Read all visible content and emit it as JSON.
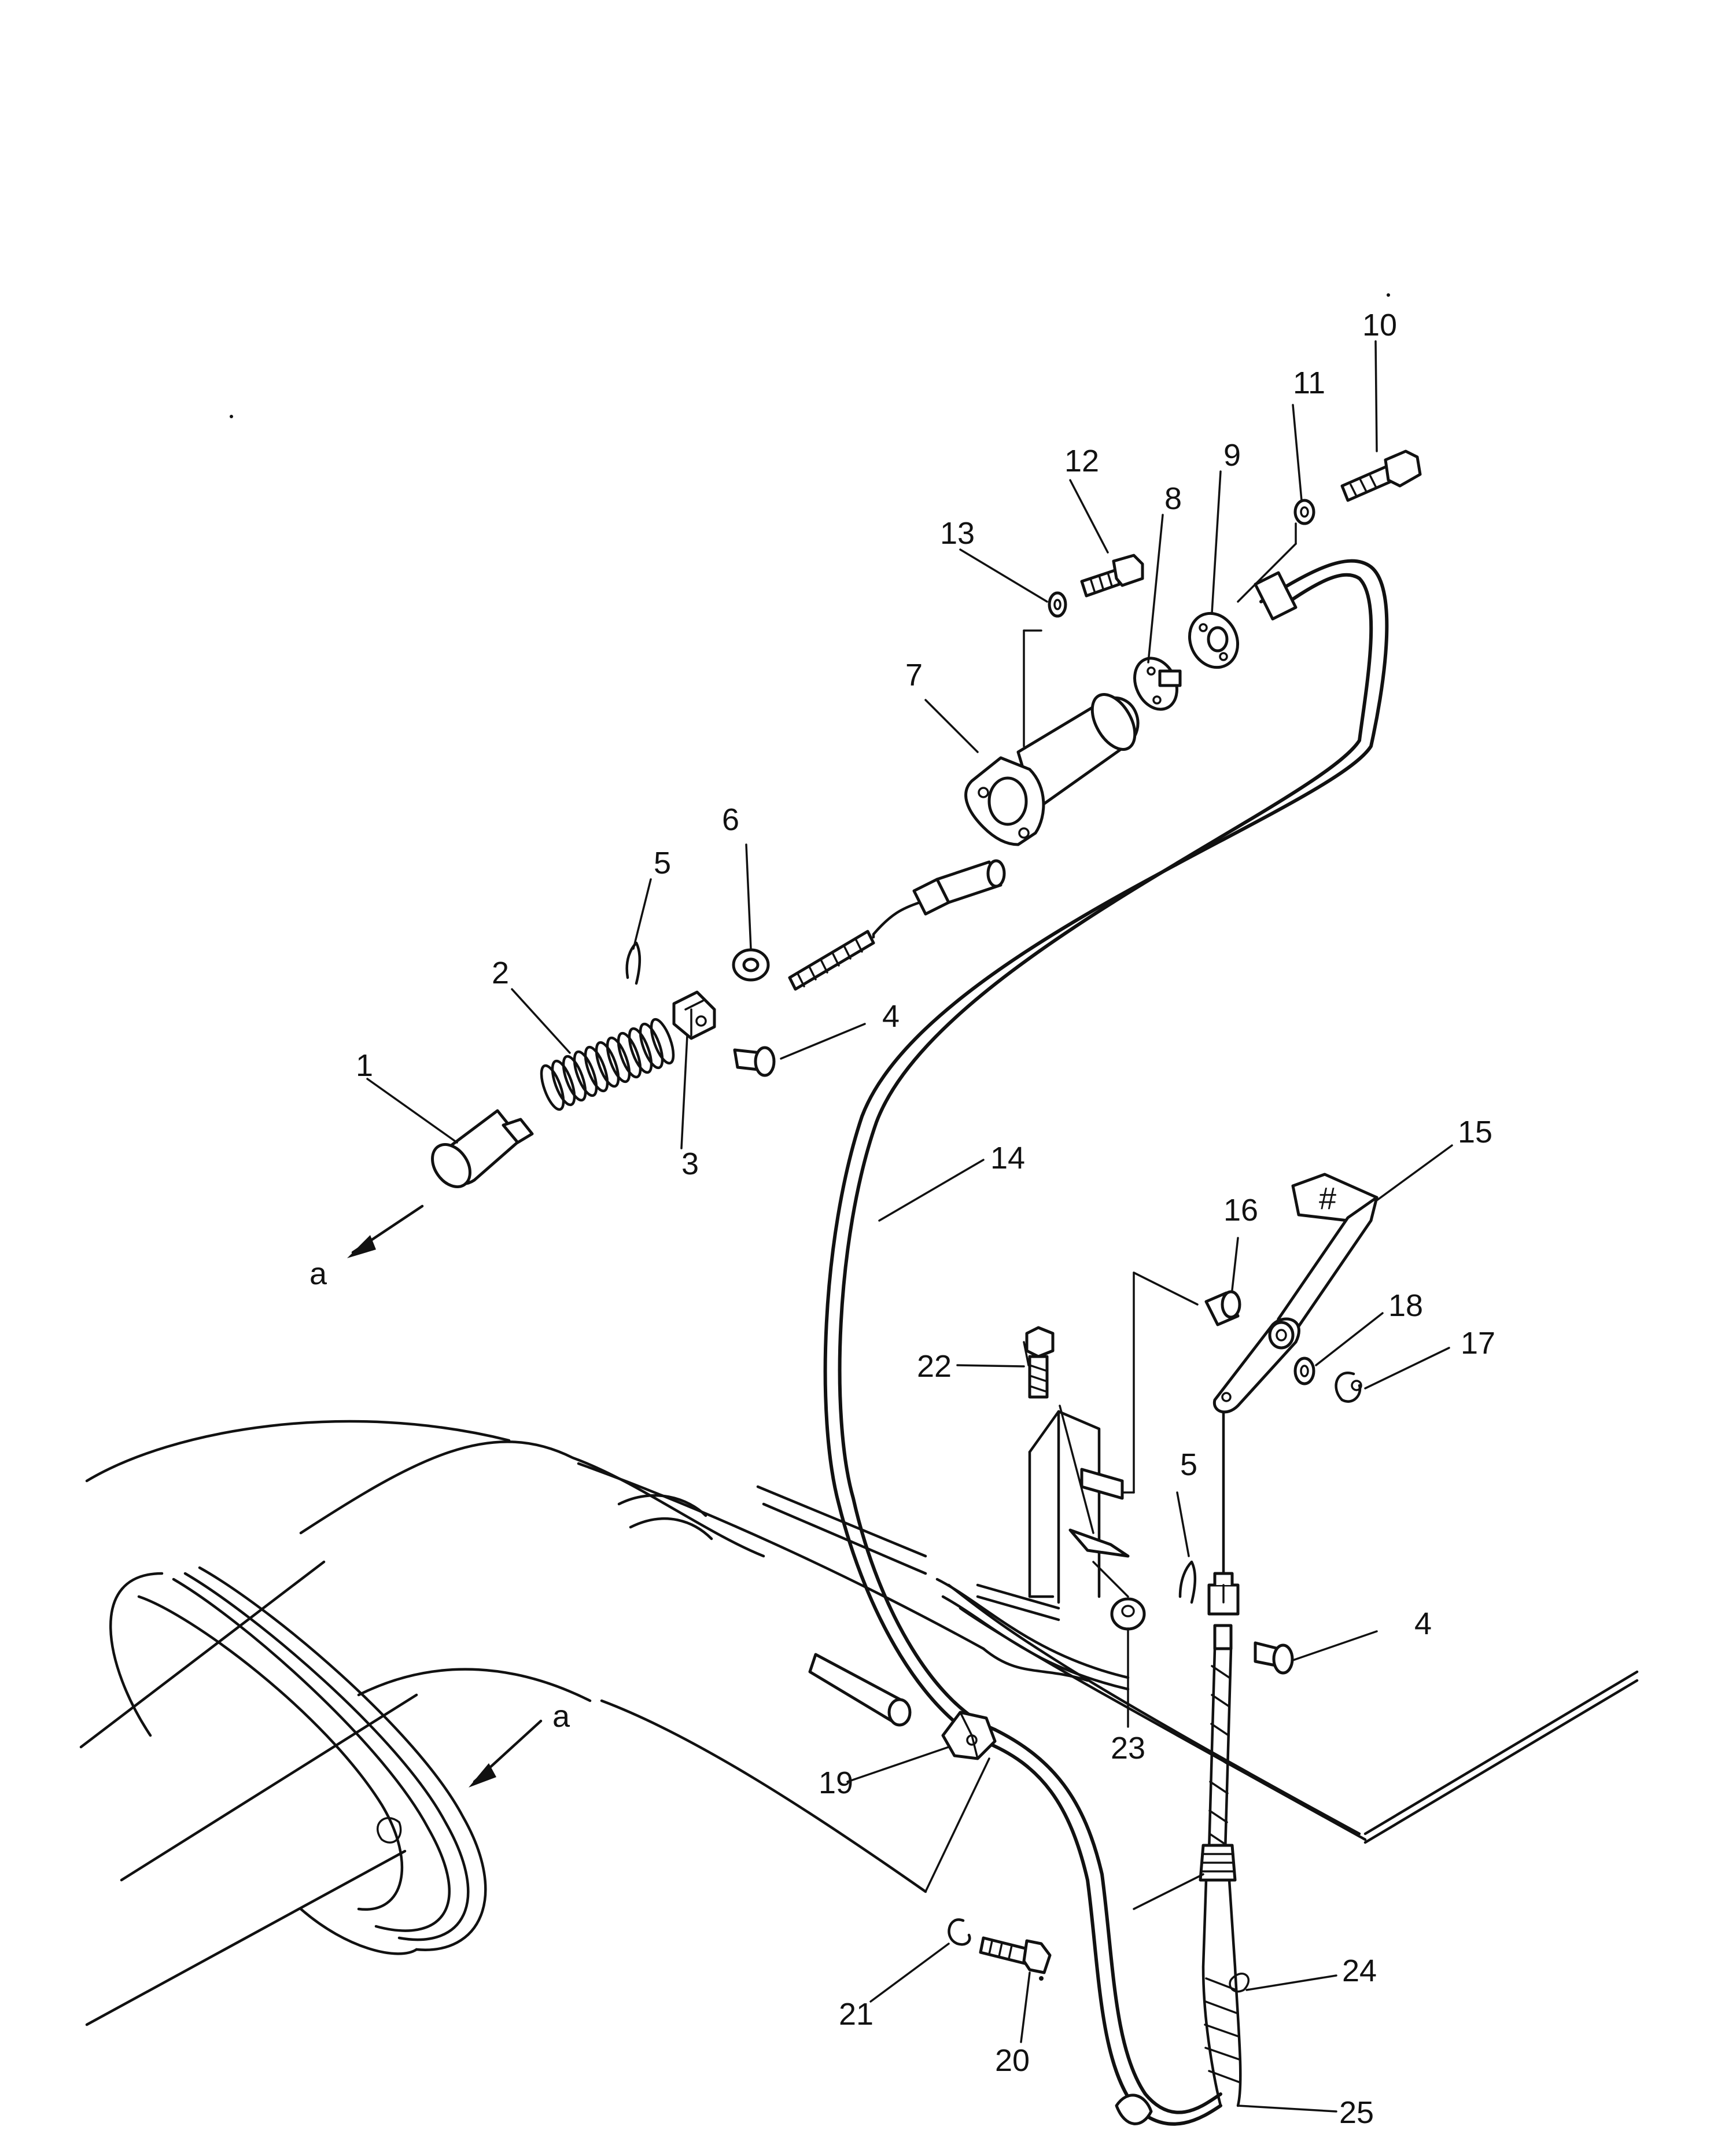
{
  "diagram": {
    "view_marker": "a",
    "callouts": [
      {
        "id": "p1",
        "label": "1"
      },
      {
        "id": "p2",
        "label": "2"
      },
      {
        "id": "p3",
        "label": "3"
      },
      {
        "id": "p4a",
        "label": "4"
      },
      {
        "id": "p4b",
        "label": "4"
      },
      {
        "id": "p5a",
        "label": "5"
      },
      {
        "id": "p5b",
        "label": "5"
      },
      {
        "id": "p6",
        "label": "6"
      },
      {
        "id": "p7",
        "label": "7"
      },
      {
        "id": "p8",
        "label": "8"
      },
      {
        "id": "p9",
        "label": "9"
      },
      {
        "id": "p10",
        "label": "10"
      },
      {
        "id": "p11",
        "label": "11"
      },
      {
        "id": "p12",
        "label": "12"
      },
      {
        "id": "p13",
        "label": "13"
      },
      {
        "id": "p14",
        "label": "14"
      },
      {
        "id": "p15",
        "label": "15"
      },
      {
        "id": "p16",
        "label": "16"
      },
      {
        "id": "p17",
        "label": "17"
      },
      {
        "id": "p18",
        "label": "18"
      },
      {
        "id": "p19",
        "label": "19"
      },
      {
        "id": "p20",
        "label": "20"
      },
      {
        "id": "p21",
        "label": "21"
      },
      {
        "id": "p22",
        "label": "22"
      },
      {
        "id": "p23",
        "label": "23"
      },
      {
        "id": "p24",
        "label": "24"
      },
      {
        "id": "p25",
        "label": "25"
      }
    ],
    "pedal_mark": "#"
  }
}
